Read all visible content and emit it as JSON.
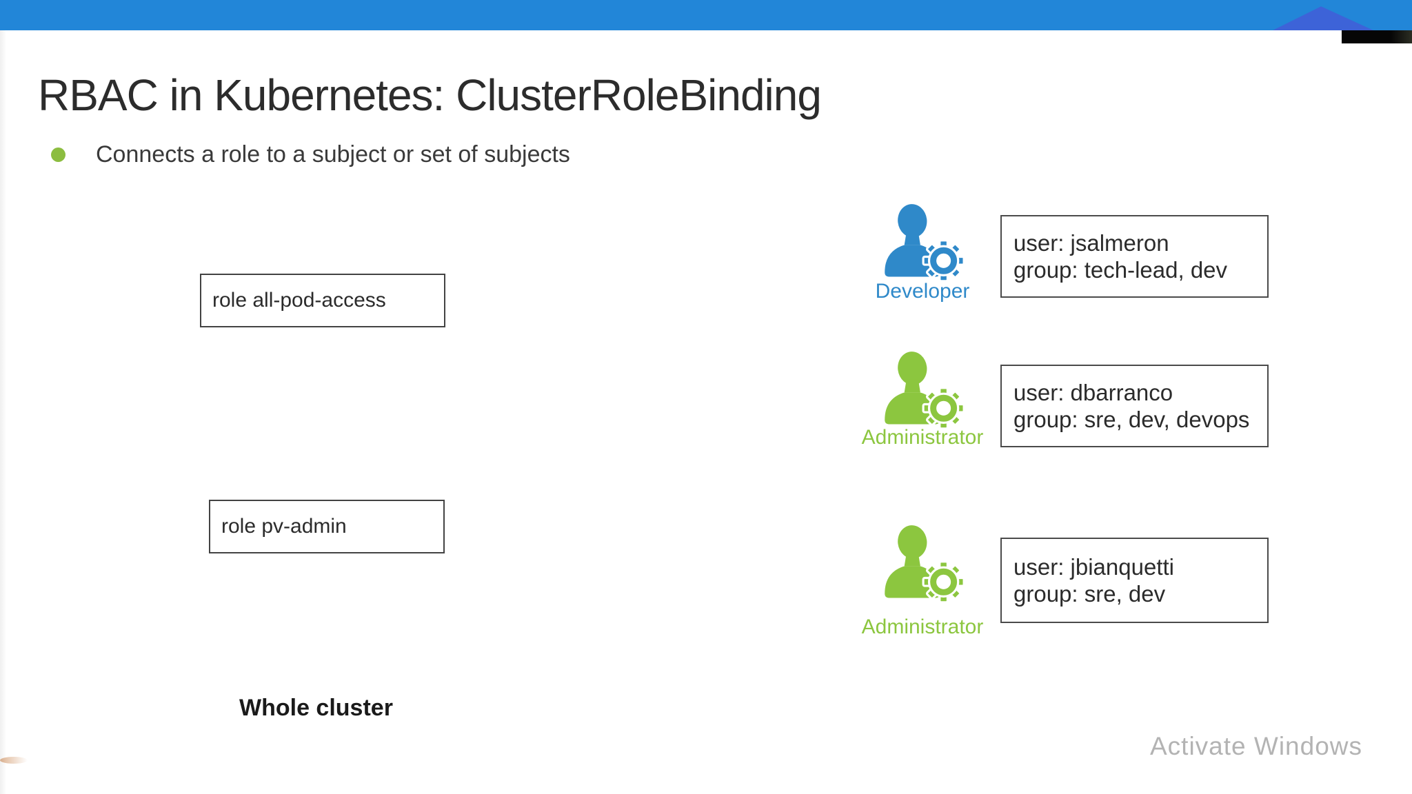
{
  "slide": {
    "title": "RBAC in Kubernetes: ClusterRoleBinding",
    "bullet_text": "Connects a role to a subject or set of subjects",
    "bullet_color": "#8cbd40",
    "topbar_color": "#2286d8",
    "triangle_color": "#3d63d8"
  },
  "roles": [
    {
      "label": "role all-pod-access"
    },
    {
      "label": "role pv-admin"
    }
  ],
  "subjects": [
    {
      "type": "Developer",
      "icon": "user-gear-icon",
      "color": "#2f89c9",
      "user_line": "user: jsalmeron",
      "group_line": "group: tech-lead, dev"
    },
    {
      "type": "Administrator",
      "icon": "user-gear-icon",
      "color": "#8cc63f",
      "user_line": "user: dbarranco",
      "group_line": "group: sre, dev, devops"
    },
    {
      "type": "Administrator",
      "icon": "user-gear-icon",
      "color": "#8cc63f",
      "user_line": "user: jbianquetti",
      "group_line": "group: sre, dev"
    }
  ],
  "cluster_label": "Whole cluster",
  "watermark": "Activate Windows"
}
